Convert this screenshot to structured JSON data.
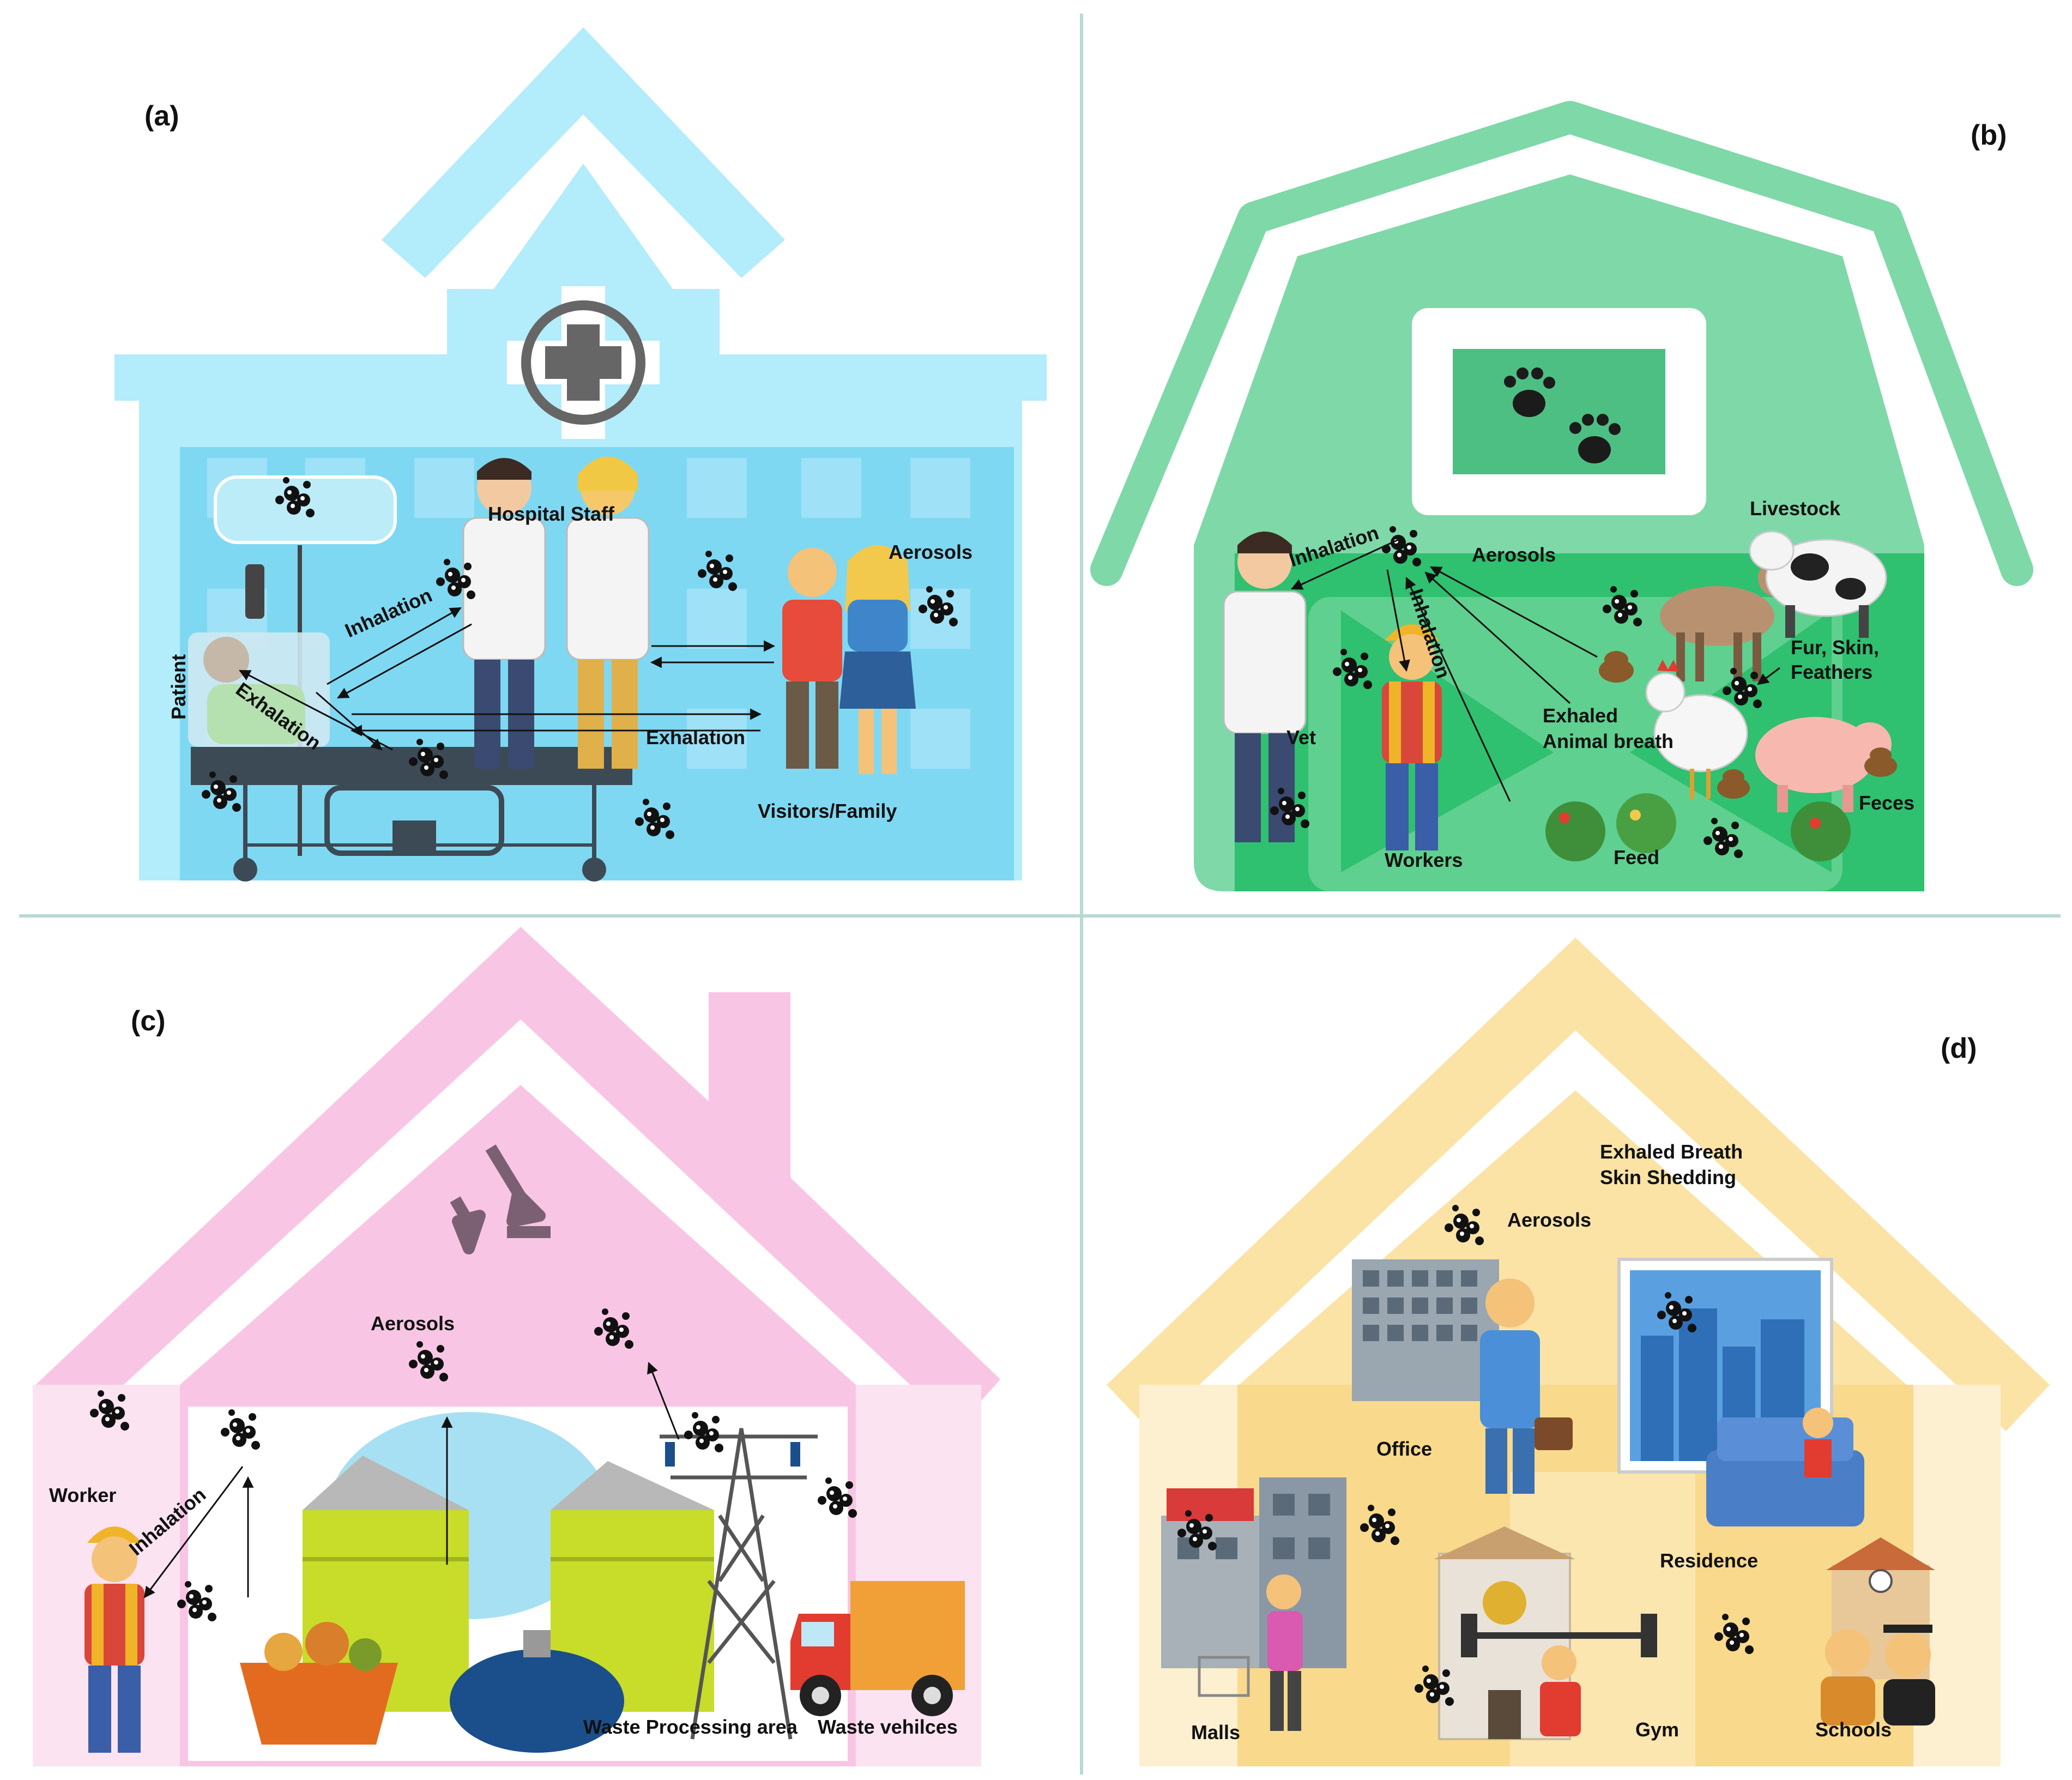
{
  "panels": {
    "a": {
      "letter": "(a)",
      "labels": {
        "hospital_staff": "Hospital Staff",
        "aerosols": "Aerosols",
        "inhalation": "Inhalation",
        "exhalation_patient": "Exhalation",
        "exhalation": "Exhalation",
        "patient": "Patient",
        "visitors": "Visitors/Family"
      },
      "colors": {
        "building": "#b3ecfa",
        "interior": "#7fd8f2"
      }
    },
    "b": {
      "letter": "(b)",
      "labels": {
        "inhalation_top": "Inhalation",
        "aerosols": "Aerosols",
        "livestock": "Livestock",
        "inhalation_vertical": "Inhalation",
        "fur": "Fur, Skin,",
        "feathers": "Feathers",
        "exhaled": "Exhaled",
        "animal_breath": "Animal breath",
        "vet": "Vet",
        "workers": "Workers",
        "feed": "Feed",
        "feces": "Feces"
      },
      "colors": {
        "building": "#7fd8a8",
        "interior": "#2fc070"
      }
    },
    "c": {
      "letter": "(c)",
      "labels": {
        "aerosols": "Aerosols",
        "worker": "Worker",
        "inhalation": "Inhalation",
        "waste_processing": "Waste Processing area",
        "waste_vehicles": "Waste  vehilces"
      },
      "colors": {
        "building": "#f8c6e4",
        "interior": "#fbe3f1"
      }
    },
    "d": {
      "letter": "(d)",
      "labels": {
        "exhaled_breath": "Exhaled Breath",
        "skin_shedding": "Skin Shedding",
        "aerosols": "Aerosols",
        "office": "Office",
        "residence": "Residence",
        "malls": "Malls",
        "gym": "Gym",
        "schools": "Schools"
      },
      "colors": {
        "building": "#fbe3a6",
        "interior": "#f9d98c"
      }
    }
  }
}
